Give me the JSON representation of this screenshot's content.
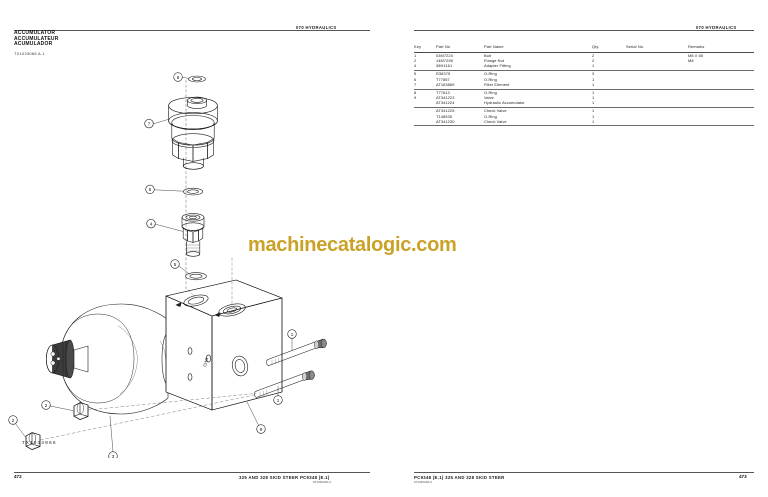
{
  "document": {
    "running_head": "070 HYDRAULICS",
    "watermark": "machinecatalogic.com",
    "drawing_number": "TX1033066"
  },
  "left_page": {
    "title_lines": [
      "ACCUMULATOR",
      "ACCUMULATEUR",
      "ACUMULADOR"
    ],
    "reference": "TX1033066 A.1",
    "page_number": "472",
    "footer_text": "325 AND 328 SKID STEER    PC9348    (E.1)",
    "footer_sub": "9T1000A8A.0"
  },
  "right_page": {
    "page_number": "473",
    "footer_text": "PC9348    (E.1)    325 AND 328 SKID STEER",
    "footer_sub": "9T1000A8A.0"
  },
  "parts_table": {
    "headers": {
      "key": "Key",
      "part_no": "Part No",
      "part_name": "Part Name",
      "qty": "Qty.",
      "serial_no": "Serial No.",
      "remarks": "Remarks"
    },
    "rows": [
      {
        "key": "1",
        "part_no": "03M7224",
        "part_name": "Bolt",
        "qty": "2",
        "serial_no": "",
        "remarks": "M8 X 65",
        "group_start": true,
        "group_end": false
      },
      {
        "key": "2",
        "part_no": "14M7296",
        "part_name": "Flange Nut",
        "qty": "2",
        "serial_no": "",
        "remarks": "M8",
        "group_start": false,
        "group_end": false
      },
      {
        "key": "4",
        "part_no": "38H1161",
        "part_name": "Adapter Fitting",
        "qty": "1",
        "serial_no": "",
        "remarks": "",
        "group_start": false,
        "group_end": true
      },
      {
        "key": "5",
        "part_no": "R36375",
        "part_name": "O-Ring",
        "qty": "3",
        "serial_no": "",
        "remarks": "",
        "group_start": true,
        "group_end": false
      },
      {
        "key": "6",
        "part_no": "T77857",
        "part_name": "O-Ring",
        "qty": "1",
        "serial_no": "",
        "remarks": "",
        "group_start": false,
        "group_end": false
      },
      {
        "key": "7",
        "part_no": "AT163869",
        "part_name": "Filter Element",
        "qty": "1",
        "serial_no": "",
        "remarks": "",
        "group_start": false,
        "group_end": true
      },
      {
        "key": "8",
        "part_no": "T77613",
        "part_name": "O-Ring",
        "qty": "1",
        "serial_no": "",
        "remarks": "",
        "group_start": true,
        "group_end": false
      },
      {
        "key": "9",
        "part_no": "AT341223",
        "part_name": "Valve",
        "qty": "1",
        "serial_no": "",
        "remarks": "",
        "group_start": false,
        "group_end": false
      },
      {
        "key": "",
        "part_no": "AT341224",
        "part_name": "Hydraulic Accumulator",
        "qty": "1",
        "serial_no": "",
        "remarks": "",
        "group_start": false,
        "group_end": true
      },
      {
        "key": "",
        "part_no": "AT341225",
        "part_name": "Check Valve",
        "qty": "1",
        "serial_no": "",
        "remarks": "",
        "group_start": true,
        "group_end": false
      },
      {
        "key": "",
        "part_no": "T148935",
        "part_name": "O-Ring",
        "qty": "1",
        "serial_no": "",
        "remarks": "",
        "group_start": false,
        "group_end": false
      },
      {
        "key": "",
        "part_no": "AT341230",
        "part_name": "Check Valve",
        "qty": "1",
        "serial_no": "",
        "remarks": "",
        "group_start": false,
        "group_end": true
      }
    ]
  },
  "illustration": {
    "callouts": [
      "8",
      "7",
      "6",
      "4",
      "5",
      "2",
      "1",
      "1",
      "9",
      "2",
      "3"
    ]
  }
}
